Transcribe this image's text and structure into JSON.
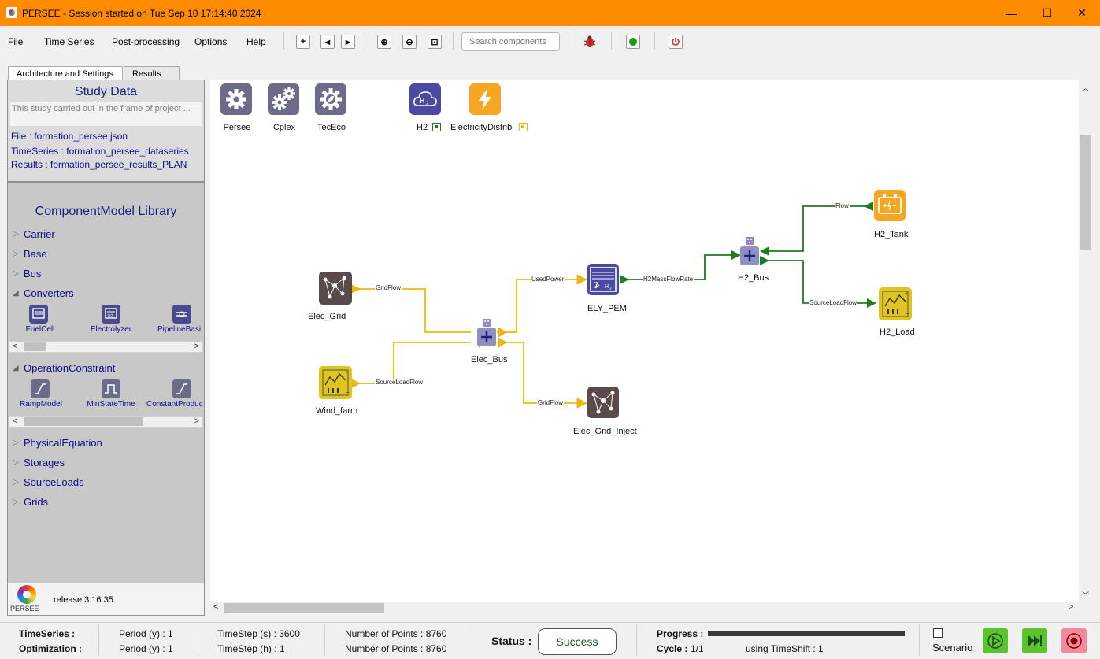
{
  "window": {
    "title": "PERSEE - Session started on Tue Sep 10 17:14:40 2024",
    "minimize": "—",
    "maximize": "☐",
    "close": "✕"
  },
  "menu": [
    {
      "label": "File",
      "mnemonic": "F"
    },
    {
      "label": "Time Series",
      "mnemonic": "T"
    },
    {
      "label": "Post-processing",
      "mnemonic": "P"
    },
    {
      "label": "Options",
      "mnemonic": "O"
    },
    {
      "label": "Help",
      "mnemonic": "H"
    }
  ],
  "toolbar": {
    "add": "+",
    "prev": "◀",
    "next": "▶",
    "zoom_in": "⊕",
    "zoom_out": "⊖",
    "fit": "⊡",
    "search_placeholder": "Search components"
  },
  "tabs": [
    "Architecture and Settings",
    "Results"
  ],
  "study": {
    "title": "Study Data",
    "description": "This study carried out in the frame of project ...",
    "file": "File : formation_persee.json",
    "timeseries": "TimeSeries : formation_persee_dataseries",
    "results": "Results : formation_persee_results_PLAN"
  },
  "library": {
    "title": "ComponentModel Library",
    "categories": [
      "Carrier",
      "Base",
      "Bus",
      "Converters",
      "OperationConstraint",
      "PhysicalEquation",
      "Storages",
      "SourceLoads",
      "Grids"
    ],
    "converters": [
      "FuelCell",
      "Electrolyzer",
      "PipelineBasi"
    ],
    "constraints": [
      "RampModel",
      "MinStateTime",
      "ConstantProduc"
    ]
  },
  "release": "release 3.16.35",
  "logo_text": "PERSEE",
  "top_components": [
    {
      "label": "Persee",
      "icon": "gear-icon",
      "color": "#6b6b8a"
    },
    {
      "label": "Cplex",
      "icon": "gears-icon",
      "color": "#6b6b8a"
    },
    {
      "label": "TecEco",
      "icon": "eco-gear-icon",
      "color": "#6b6b8a"
    },
    {
      "label": "H2",
      "icon": "h2-cloud-icon",
      "color": "#4a4aa0"
    },
    {
      "label": "ElectricityDistrib",
      "icon": "lightning-icon",
      "color": "#f5a623"
    }
  ],
  "nodes": {
    "elec_grid": "Elec_Grid",
    "wind_farm": "Wind_farm",
    "elec_bus": "Elec_Bus",
    "ely_pem": "ELY_PEM",
    "elec_grid_inject": "Elec_Grid_Inject",
    "h2_bus": "H2_Bus",
    "h2_tank": "H2_Tank",
    "h2_load": "H2_Load"
  },
  "edges": {
    "gridflow1": "GridFlow",
    "sourceloadflow1": "SourceLoadFlow",
    "usedpower": "UsedPower",
    "gridflow2": "GridFlow",
    "h2massflowrate": "H2MassFlowRate",
    "flow": "Flow",
    "sourceloadflow2": "SourceLoadFlow"
  },
  "colors": {
    "elec_line": "#f5b800",
    "h2_line": "#1e7b1e",
    "titlebar": "#ff8c00",
    "node_purple": "#4a4aa0",
    "node_dark": "#5a4a4a",
    "node_yellow": "#e0c520"
  },
  "status": {
    "row1": {
      "timeseries": "TimeSeries :",
      "period": "Period (y) : 1",
      "timestep": "TimeStep (s) : 3600",
      "points": "Number of Points : 8760"
    },
    "row2": {
      "optimization": "Optimization :",
      "period": "Period (y) : 1",
      "timestep": "TimeStep (h) : 1",
      "points": "Number of Points : 8760"
    },
    "status_label": "Status :",
    "status_value": "Success",
    "progress_label": "Progress :",
    "progress": 1.0,
    "cycle_label": "Cycle :",
    "cycle_value": "1/1",
    "timeshift": "using TimeShift : 1",
    "scenario": "Scenario"
  }
}
